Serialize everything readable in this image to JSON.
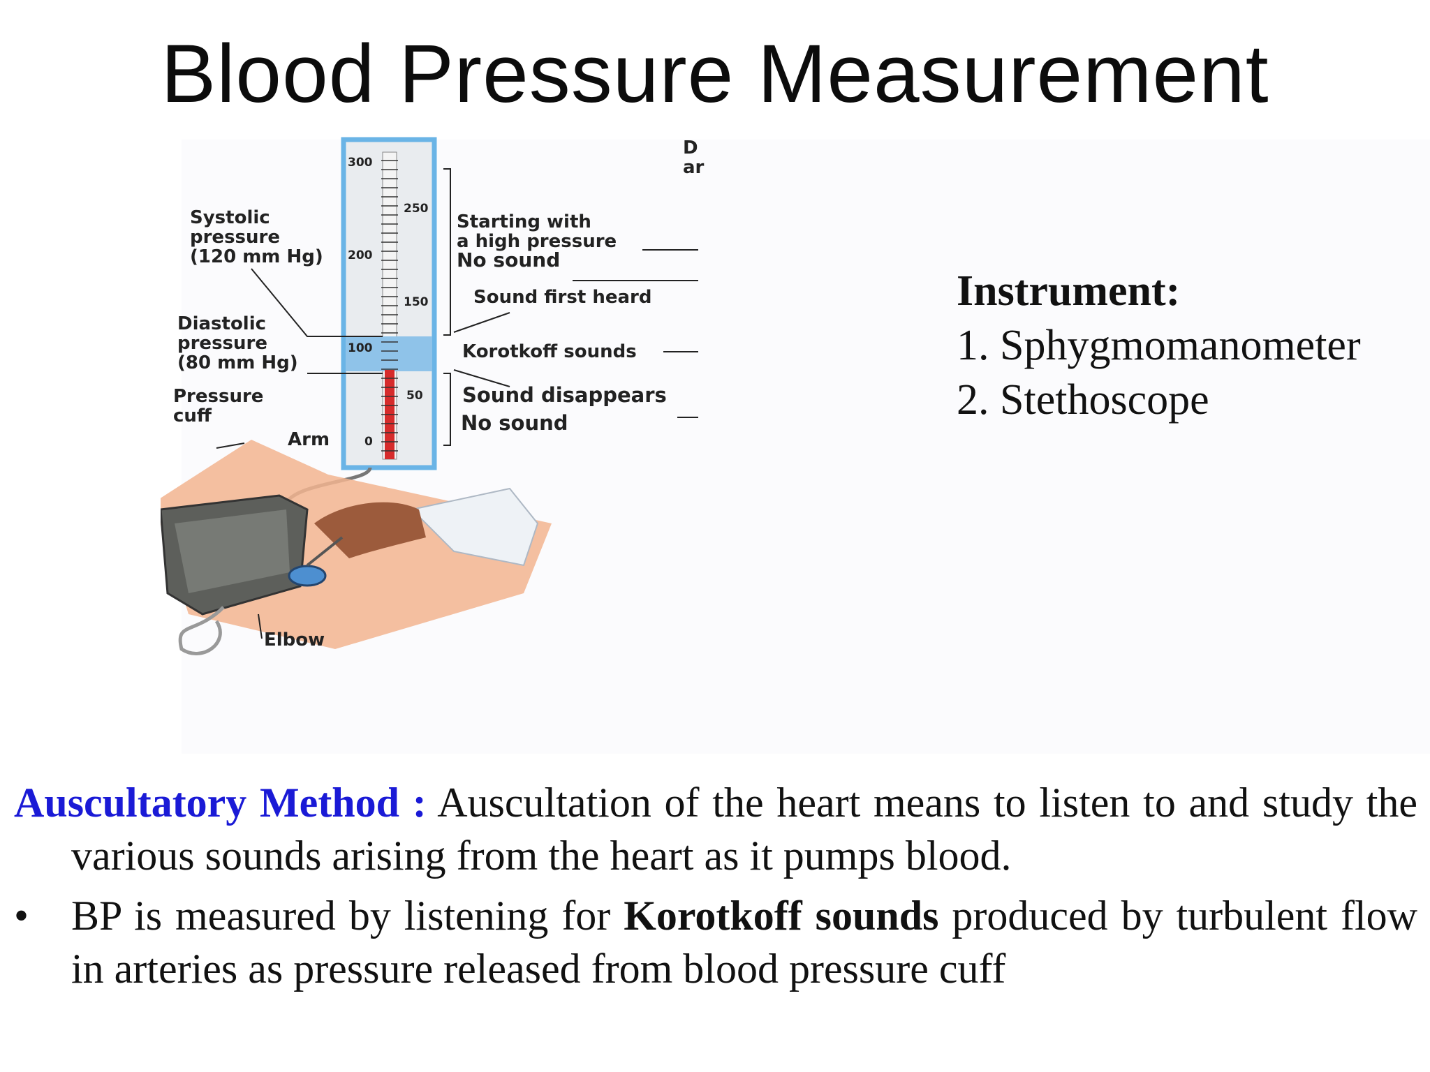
{
  "title": "Blood Pressure Measurement",
  "figure": {
    "scale_labels_left": [
      "300",
      "200",
      "100",
      "0"
    ],
    "scale_labels_right": [
      "250",
      "150",
      "50"
    ],
    "systolic_label": [
      "Systolic",
      "pressure",
      "(120 mm Hg)"
    ],
    "diastolic_label": [
      "Diastolic",
      "pressure",
      "(80 mm Hg)"
    ],
    "cuff_label": [
      "Pressure",
      "cuff"
    ],
    "arm_label": "Arm",
    "elbow_label": "Elbow",
    "start_label": [
      "Starting with",
      "a high pressure",
      "No sound"
    ],
    "first_heard_label": "Sound first heard",
    "korotkoff_label": "Korotkoff sounds",
    "disappears_label": "Sound disappears",
    "no_sound_label": "No sound",
    "cropped_text": [
      "D",
      "ar"
    ],
    "colors": {
      "tube": "#6ab4e6",
      "mercury": "#d62b2b",
      "band": "#8fc3e9",
      "skin": "#f2b48f"
    }
  },
  "instrument": {
    "heading": "Instrument:",
    "items": [
      "1. Sphygmomanometer",
      "2. Stethoscope"
    ]
  },
  "auscultatory": {
    "label": "Auscultatory Method :",
    "text": " Auscultation of the heart means to listen to and study the various sounds arising from the heart as it pumps blood."
  },
  "bullet": {
    "symbol": "•",
    "before": "BP is measured by listening for ",
    "bold": "Korotkoff sounds",
    "after": " produced by turbulent flow in arteries as pressure released from blood pressure cuff"
  }
}
